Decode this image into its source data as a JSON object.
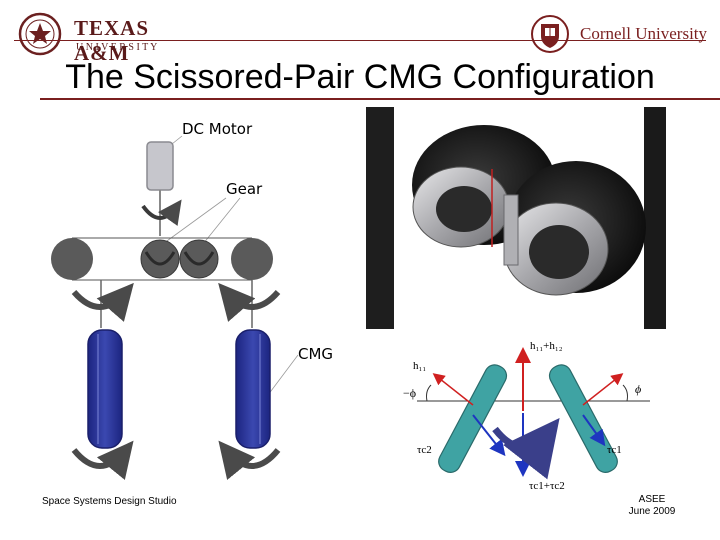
{
  "slide": {
    "title": "The Scissored-Pair CMG Configuration"
  },
  "header": {
    "left_logo": {
      "line1": "TEXAS A&M",
      "line2": "U N I V E R S I T Y"
    },
    "right_logo": {
      "name": "Cornell University"
    }
  },
  "labels": {
    "motor": "DC Motor",
    "gear": "Gear",
    "cmg": "CMG"
  },
  "vectors": {
    "h_sum": "h₁₁+h₁₂",
    "h_one": "h₁₁",
    "neg_phi": "−ϕ",
    "phi": "ϕ",
    "tau_c2": "τc2",
    "tau_c1": "τc1",
    "tau_sum": "τc1+τc2"
  },
  "footer": {
    "left": "Space Systems Design Studio",
    "right_line1": "ASEE",
    "right_line2": "June 2009"
  },
  "colors": {
    "maroon": "#7a1f1f",
    "wheel_blue": "#2e3a9a",
    "gray_gear": "#5a5a5a",
    "teal": "#3fa3a3",
    "red_vector": "#d02020",
    "blue_vector": "#1e35c0"
  }
}
